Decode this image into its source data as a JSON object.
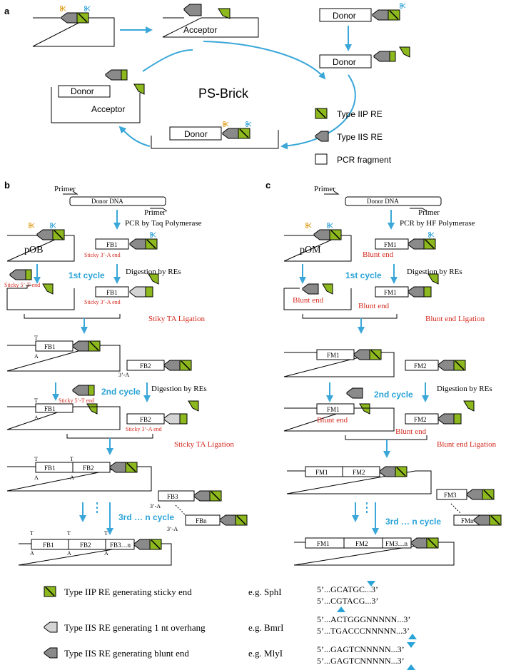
{
  "panel_a": {
    "label": "a",
    "title": "PS-Brick",
    "acceptor": "Acceptor",
    "donor": "Donor",
    "legend": [
      {
        "label": "Type IIP RE",
        "icon": "green-square-icon"
      },
      {
        "label": "Type IIS RE",
        "icon": "grey-pentagon-icon"
      },
      {
        "label": "PCR fragment",
        "icon": "white-box-icon"
      }
    ]
  },
  "panel_b": {
    "label": "b",
    "primer_top": "Primer",
    "primer_bottom": "Primer",
    "donor_dna": "Donor DNA",
    "pcr_step": "PCR by Taq Polymerase",
    "plasmid": "pOB",
    "fragment1": "FB1",
    "fragment2": "FB2",
    "fragment3": "FB3",
    "fragment_n": "FBn",
    "fragment_3n": "FB3…n",
    "sticky_3a": "Sticky  3’-A end",
    "sticky_3a_short": "Sticky 3’-A end",
    "sticky_5t": "Sticky  5’-T end",
    "sticky_5t_short": "Sticky 5’-T end",
    "first_cycle": "1st cycle",
    "second_cycle": "2nd cycle",
    "nth_cycle": "3rd … n cycle",
    "digestion": "Digestion by REs",
    "ligation_1": "Stiky TA Ligation",
    "ligation_2": "Sticky TA Ligation",
    "a_mark": "A",
    "t_mark": "T",
    "three_a": "3’-A"
  },
  "panel_c": {
    "label": "c",
    "primer_top": "Primer",
    "primer_bottom": "Primer",
    "donor_dna": "Donor DNA",
    "pcr_step": "PCR by HF Polymerase",
    "plasmid": "pOM",
    "fragment1": "FM1",
    "fragment2": "FM2",
    "fragment3": "FM3",
    "fragment_n": "FMn",
    "fragment_3n": "FM3…n",
    "blunt_end": "Blunt end",
    "first_cycle": "1st cycle",
    "second_cycle": "2nd cycle",
    "nth_cycle": "3rd … n cycle",
    "digestion": "Digestion by REs",
    "ligation": "Blunt end Ligation"
  },
  "bottom_legend": [
    {
      "label": "Type IIP RE generating sticky end",
      "example": "e.g. SphI",
      "seq1": "5’...GCATGC...3’",
      "seq2": "5’...CGTACG...3’"
    },
    {
      "label": "Type IIS RE generating 1 nt overhang",
      "example": "e.g. BmrI",
      "seq1": "5’...ACTGGGNNNNN...3’",
      "seq2": "5’...TGACCCNNNNN...3’"
    },
    {
      "label": "Type IIS RE generating blunt end",
      "example": "e.g. MlyI",
      "seq1": "5’...GAGTCNNNNN...3’",
      "seq2": "5’...GAGTCNNNNN...3’"
    }
  ],
  "colors": {
    "green": "#8db81e",
    "grey": "#8a8a8a",
    "light_grey": "#d4d4d4",
    "blue": "#3aa7d8",
    "red": "#d42a1f"
  }
}
